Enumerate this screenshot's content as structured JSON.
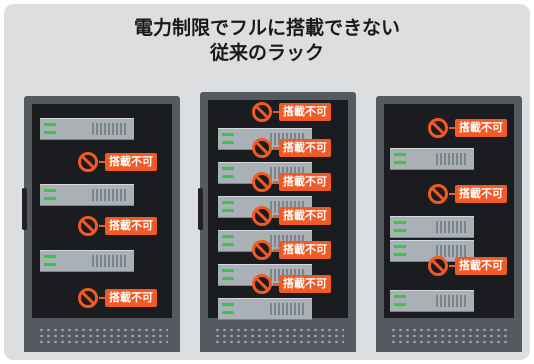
{
  "title": {
    "line1": "電力制限でフルに搭載できない",
    "line2": "従来のラック"
  },
  "badge_label": "搭載不可",
  "colors": {
    "panel": "#dcdee0",
    "rack_frame": "#555a60",
    "rack_interior": "#1b1c1f",
    "server": "#a9b0b6",
    "led": "#2ecc40",
    "warning": "#f05a24"
  },
  "icons": [
    "prohibited-icon"
  ],
  "racks": [
    {
      "name": "rack-left",
      "servers": 3,
      "blocked_slots": 3
    },
    {
      "name": "rack-middle",
      "servers": 6,
      "blocked_slots": 6
    },
    {
      "name": "rack-right",
      "servers": 4,
      "blocked_slots": 3
    }
  ]
}
